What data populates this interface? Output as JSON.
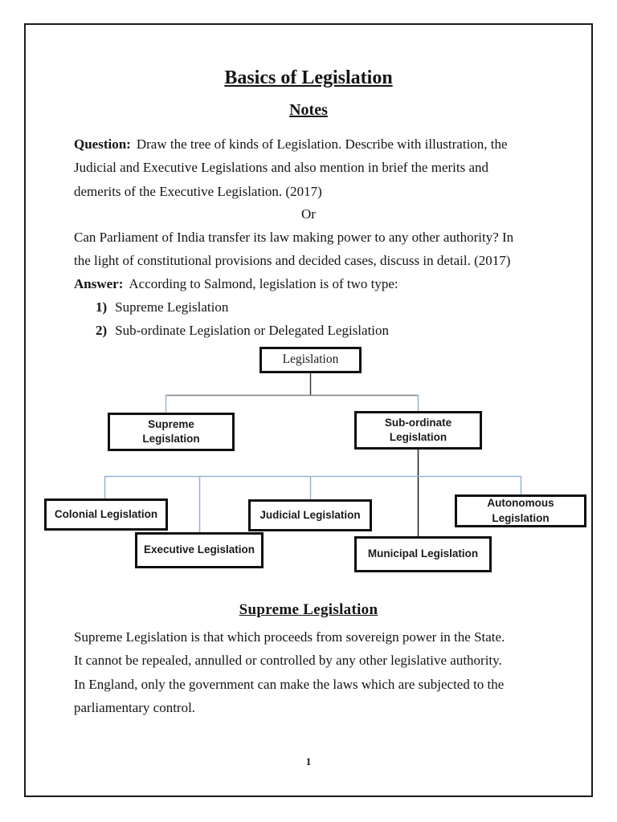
{
  "content": {
    "title": "Basics of Legislation",
    "notes_heading": "Notes",
    "question": {
      "label": "Question:",
      "lines": [
        "Draw the tree of kinds of Legislation. Describe with illustration, the",
        "Judicial and Executive Legislations and also mention in brief the merits and",
        "demerits of the Executive Legislation. (2017)"
      ]
    },
    "or_separator": "Or",
    "alt_question": {
      "lines": [
        "Can Parliament of India transfer its law making power to any other authority? In",
        "the light of constitutional provisions and decided cases, discuss in detail. (2017)"
      ]
    },
    "answer": {
      "label": "Answer:",
      "text": "According to Salmond, legislation is of two type:"
    },
    "list": [
      {
        "num": "1)",
        "text": "Supreme Legislation"
      },
      {
        "num": "2)",
        "text": "Sub-ordinate Legislation or Delegated Legislation"
      }
    ],
    "section": {
      "heading": "Supreme Legislation",
      "lines": [
        "Supreme Legislation is that which proceeds from sovereign power in the State.",
        "It cannot be repealed, annulled or controlled by any other legislative authority.",
        "In England, only the government can make the laws which are subjected to the",
        "parliamentary control."
      ]
    },
    "page_number": "1"
  },
  "diagram": {
    "nodes": [
      {
        "id": "legislation",
        "label_lines": [
          "Legislation"
        ]
      },
      {
        "id": "supreme",
        "label_lines": [
          "Supreme",
          "Legislation"
        ]
      },
      {
        "id": "subordinate",
        "label_lines": [
          "Sub-ordinate",
          "Legislation"
        ]
      },
      {
        "id": "colonial",
        "label_lines": [
          "Colonial Legislation"
        ]
      },
      {
        "id": "executive",
        "label_lines": [
          "Executive Legislation"
        ]
      },
      {
        "id": "judicial",
        "label_lines": [
          "Judicial Legislation"
        ]
      },
      {
        "id": "municipal",
        "label_lines": [
          "Municipal Legislation"
        ]
      },
      {
        "id": "autonomous",
        "label_lines": [
          "Autonomous Legislation"
        ]
      }
    ],
    "colors": {
      "connector_blue": "#95b3d7",
      "connector_gray": "#7f7f7f",
      "stem_dark": "#3a3a3a",
      "stem_black": "#1a1a1a",
      "box_border": "#0f0f0f"
    }
  }
}
